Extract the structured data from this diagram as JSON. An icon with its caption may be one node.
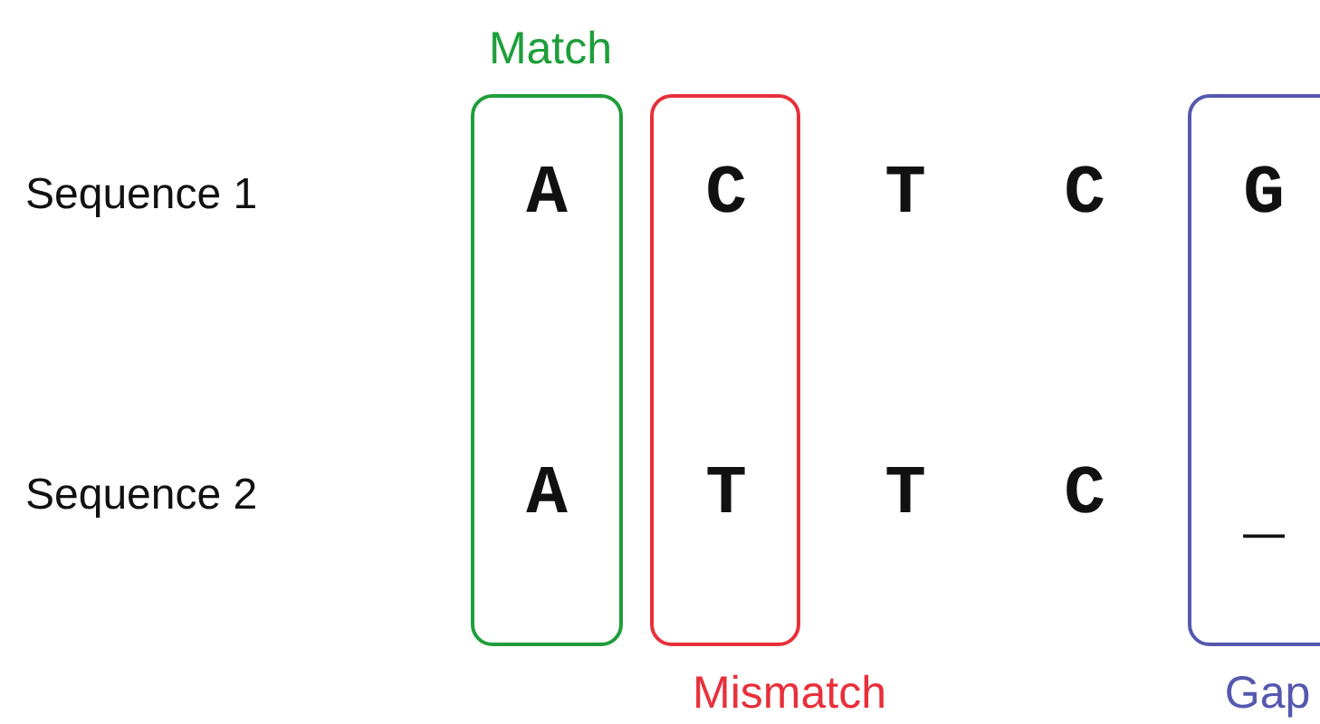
{
  "diagram": {
    "nodes": [
      {
        "text": [
          "Match"
        ]
      },
      {
        "text": [
          "Mismatch"
        ]
      },
      {
        "text": [
          "Gap"
        ]
      }
    ],
    "labels": [
      "Sequence 1",
      "A",
      "C",
      "T",
      "C",
      "G",
      "Sequence 2",
      "A",
      "T",
      "T",
      "C",
      "_"
    ]
  }
}
